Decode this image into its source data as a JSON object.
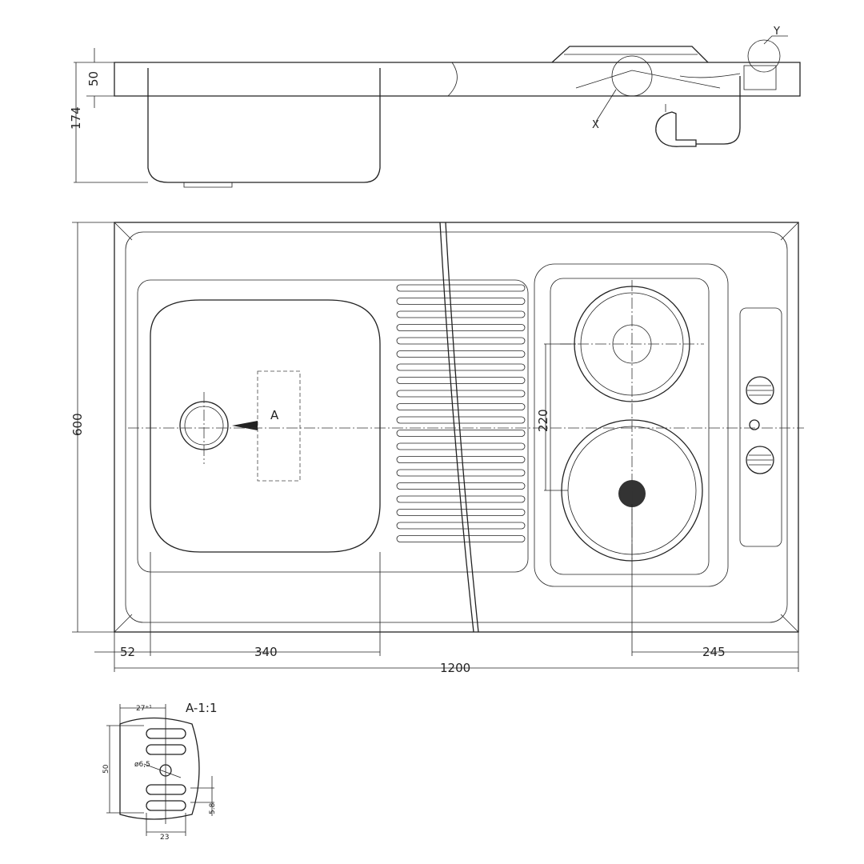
{
  "side_view": {
    "dim_rim": "50",
    "dim_depth": "174",
    "label_x": "X",
    "label_y": "Y"
  },
  "plan_view": {
    "dim_width_total": "1200",
    "dim_depth_total": "600",
    "dim_left_offset": "52",
    "dim_bowl_width": "340",
    "dim_hob_offset": "245",
    "dim_hob_spacing": "220",
    "section_label": "A"
  },
  "detail_a": {
    "title": "A-1:1",
    "dim_top": "27⁺¹",
    "dim_hole": "ø6,5",
    "dim_height": "50",
    "dim_slot": "5.8",
    "dim_bottom": "23"
  }
}
